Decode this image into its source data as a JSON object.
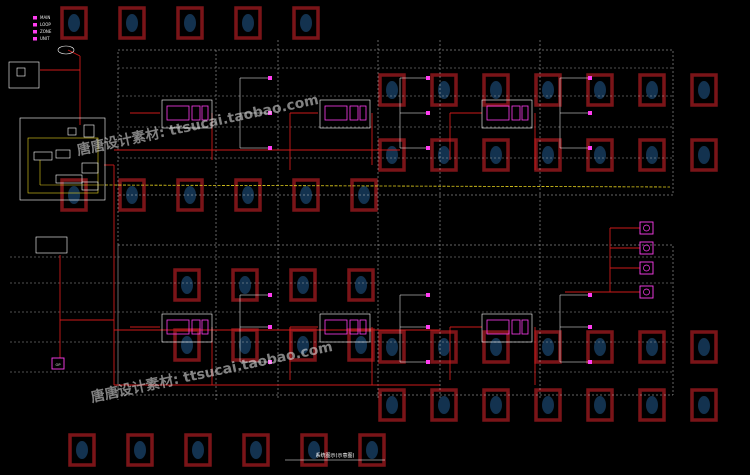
{
  "watermark": {
    "text_top": "唐唐设计素材: ttsucai.taobao.com",
    "text_bottom": "唐唐设计素材: ttsucai.taobao.com"
  },
  "colors": {
    "background": "#000000",
    "wire_red": "#cc1a1a",
    "device_magenta": "#ff3df0",
    "bus_yellow": "#e6d21e",
    "grid_white": "#c8c8c8",
    "tile_red": "#7a1418",
    "tile_blue": "#13324f"
  },
  "legend": {
    "items": [
      {
        "label": "MAIN",
        "icon": "magenta-square"
      },
      {
        "label": "LOOP",
        "icon": "magenta-square"
      },
      {
        "label": "ZONE",
        "icon": "magenta-square"
      },
      {
        "label": "UNIT",
        "icon": "magenta-square"
      }
    ]
  },
  "drawing": {
    "title": "系统图示(示意图)"
  }
}
